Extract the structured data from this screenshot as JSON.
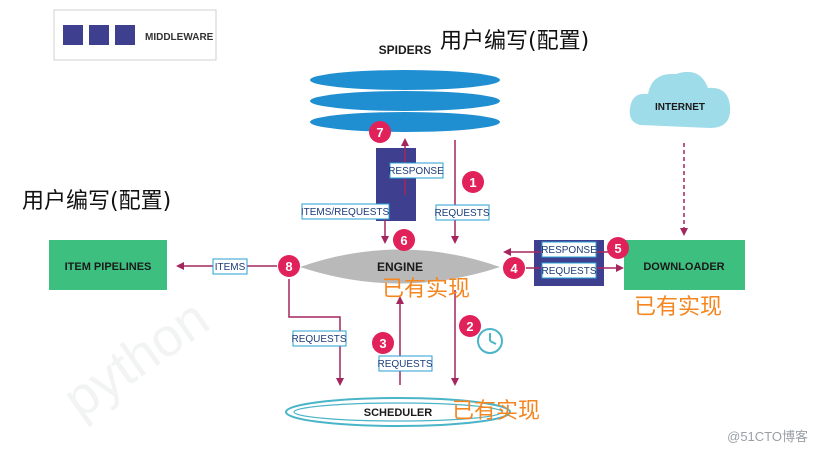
{
  "legend": {
    "label": "MIDDLEWARE",
    "swatch_color": "#3e3f8e"
  },
  "components": {
    "spiders": "SPIDERS",
    "engine": "ENGINE",
    "scheduler": "SCHEDULER",
    "downloader": "DOWNLOADER",
    "item_pipelines": "ITEM PIPELINES",
    "internet": "INTERNET"
  },
  "flow_labels": {
    "response_spider": "RESPONSE",
    "items_requests": "ITEMS/REQUESTS",
    "requests_spider": "REQUESTS",
    "items": "ITEMS",
    "requests_left": "REQUESTS",
    "requests_scheduler": "REQUESTS",
    "response_downloader": "RESPONSE",
    "requests_downloader": "REQUESTS"
  },
  "steps": [
    "1",
    "2",
    "3",
    "4",
    "5",
    "6",
    "7",
    "8"
  ],
  "annotations": {
    "spiders_user": "用户编写(配置)",
    "pipelines_user": "用户编写(配置)",
    "engine_impl": "已有实现",
    "downloader_impl": "已有实现",
    "scheduler_impl": "已有实现"
  },
  "watermark": "@51CTO博客",
  "colors": {
    "middleware": "#3e3f8e",
    "step_circle": "#e0215a",
    "arrow": "#a3275e",
    "spiders": "#1f8fd1",
    "green": "#3dbf7f",
    "engine": "#b9b9b9",
    "internet_cloud": "#9fdcea",
    "annotation_orange": "#f5861f"
  }
}
